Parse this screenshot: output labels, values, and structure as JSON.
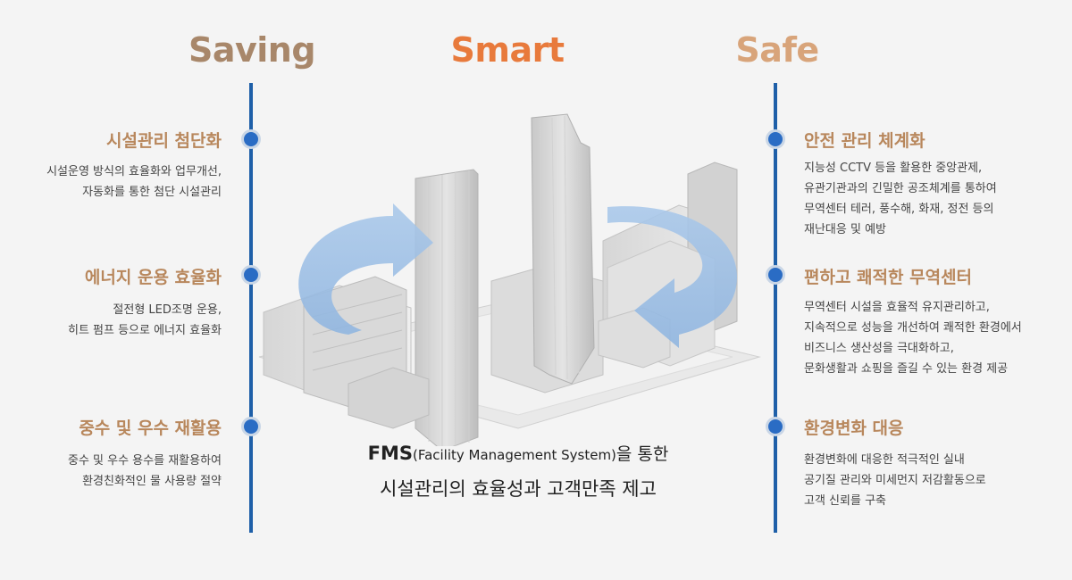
{
  "headers": {
    "saving": "Saving",
    "smart": "Smart",
    "safe": "Safe"
  },
  "left_items": [
    {
      "title": "시설관리 첨단화",
      "desc": [
        "시설운영 방식의 효율화와 업무개선,",
        "자동화를 통한 첨단 시설관리"
      ]
    },
    {
      "title": "에너지 운용 효율화",
      "desc": [
        "절전형 LED조명 운용,",
        "히트 펌프 등으로 에너지 효율화"
      ]
    },
    {
      "title": "중수 및 우수 재활용",
      "desc": [
        "중수 및 우수 용수를 재활용하여",
        "환경친화적인 물 사용량 절약"
      ]
    }
  ],
  "right_items": [
    {
      "title": "안전 관리 체계화",
      "desc": [
        "지능성 CCTV 등을 활용한 중앙관제,",
        "유관기관과의 긴밀한 공조체계를 통하여",
        "무역센터 테러, 풍수해, 화재, 정전 등의",
        "재난대응 및 예방"
      ]
    },
    {
      "title": "편하고 쾌적한 무역센터",
      "desc": [
        "무역센터 시설을 효율적 유지관리하고,",
        "지속적으로 성능을 개선하여 쾌적한 환경에서",
        "비즈니스 생산성을 극대화하고,",
        "문화생활과 쇼핑을 즐길 수 있는 환경 제공"
      ]
    },
    {
      "title": "환경변화 대응",
      "desc": [
        "환경변화에 대응한 적극적인 실내",
        "공기질 관리와 미세먼지 저감활동으로",
        "고객 신뢰를 구축"
      ]
    }
  ],
  "caption": {
    "line1_fms": "FMS",
    "line1_paren": "(Facility Management System)",
    "line1_suffix": "을 통한",
    "line2": "시설관리의 효율성과 고객만족 제고"
  },
  "colors": {
    "accent_blue": "#1e5fa8",
    "saving": "#a8876a",
    "smart": "#e87a3c",
    "safe": "#d8a47a",
    "title": "#b8875c"
  }
}
